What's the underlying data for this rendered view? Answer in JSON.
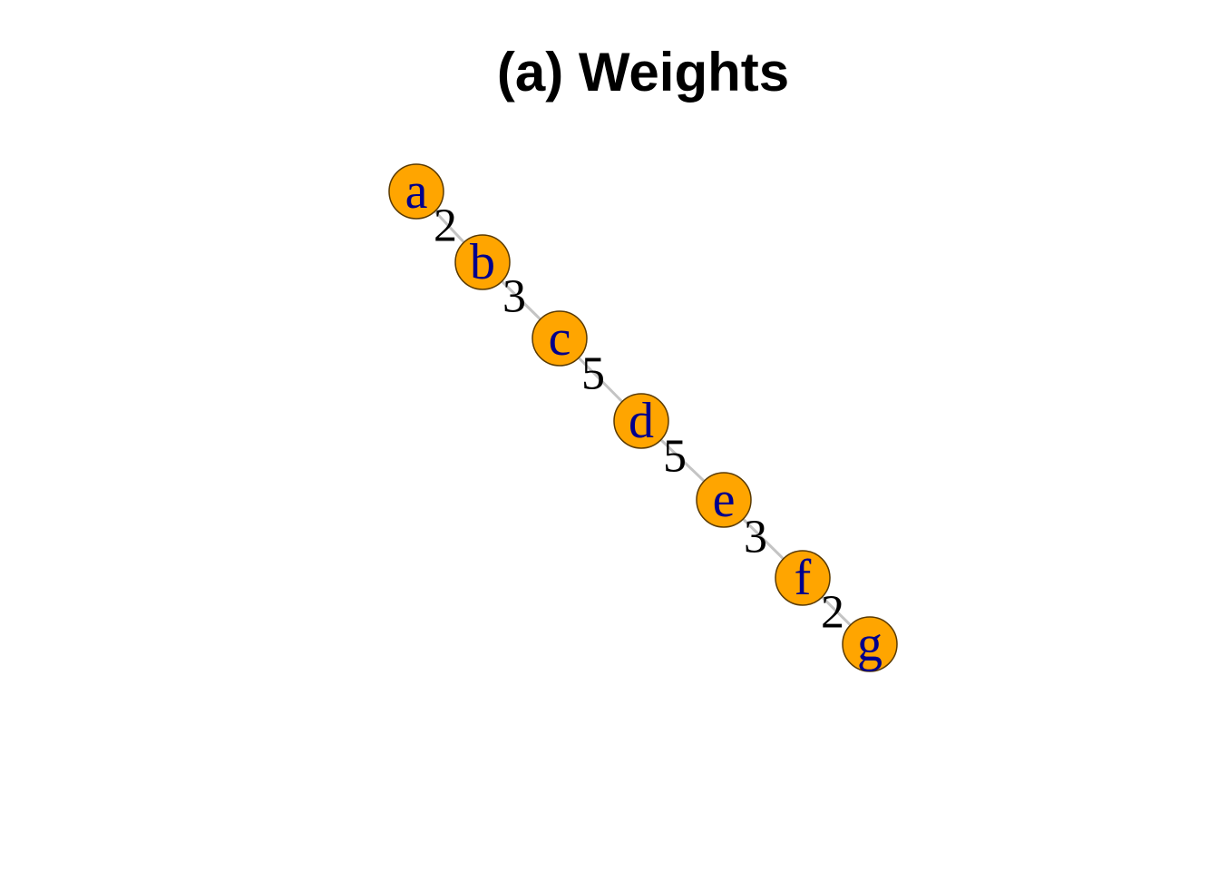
{
  "title": "(a) Weights",
  "graph": {
    "nodes": [
      "a",
      "b",
      "c",
      "d",
      "e",
      "f",
      "g"
    ],
    "edges": [
      {
        "from": "a",
        "to": "b",
        "weight": "2"
      },
      {
        "from": "b",
        "to": "c",
        "weight": "3"
      },
      {
        "from": "c",
        "to": "d",
        "weight": "5"
      },
      {
        "from": "d",
        "to": "e",
        "weight": "5"
      },
      {
        "from": "e",
        "to": "f",
        "weight": "3"
      },
      {
        "from": "f",
        "to": "g",
        "weight": "2"
      }
    ],
    "colors": {
      "node_fill": "#FFA500",
      "node_stroke": "#5a3a00",
      "node_label": "#00008B",
      "edge": "#c4c4c4",
      "edge_label": "#000000"
    }
  }
}
